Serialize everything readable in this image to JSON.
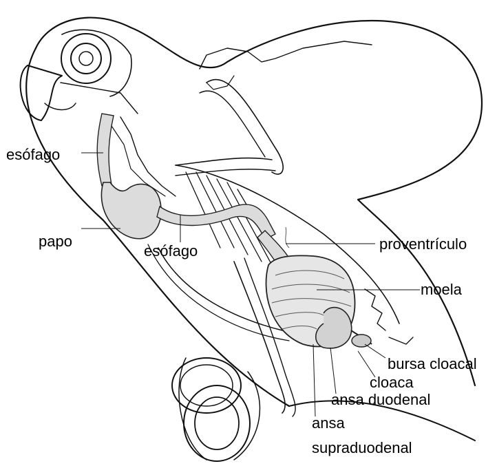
{
  "labels": {
    "esofago_top": "esófago",
    "papo": "papo",
    "esofago_mid": "esófago",
    "proventriculo": "proventrículo",
    "moela": "moela",
    "bursa_cloacal": "bursa cloacal",
    "cloaca": "cloaca",
    "ansa_duodenal": "ansa duodenal",
    "ansa": "ansa",
    "supraduodenal": "supraduodenal"
  }
}
